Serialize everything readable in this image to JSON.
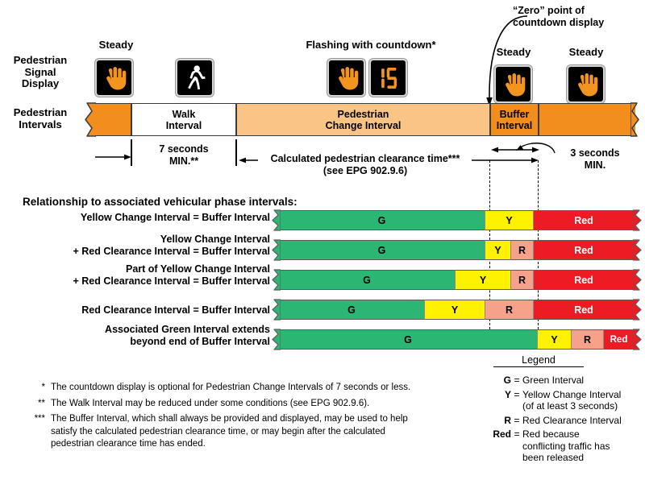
{
  "row_labels": {
    "signal_display": "Pedestrian\nSignal\nDisplay",
    "signal_display_l1": "Pedestrian",
    "signal_display_l2": "Signal",
    "signal_display_l3": "Display",
    "intervals_l1": "Pedestrian",
    "intervals_l2": "Intervals"
  },
  "captions": {
    "steady_1": "Steady",
    "steady_2": "Steady",
    "flashing": "Flashing with countdown*",
    "steady_3": "Steady",
    "steady_4": "Steady"
  },
  "callout": {
    "zero_l1": "“Zero” point of",
    "zero_l2": "countdown display"
  },
  "signal_heads": [
    {
      "name": "steady-hand-1",
      "icon": "hand-icon",
      "state": "steady"
    },
    {
      "name": "walk-person",
      "icon": "walking-person-icon",
      "state": "walk"
    },
    {
      "name": "flashing-hand",
      "icon": "hand-icon",
      "state": "flashing"
    },
    {
      "name": "countdown-display",
      "icon": "countdown-digits-icon",
      "value": "15"
    },
    {
      "name": "steady-hand-3",
      "icon": "hand-icon",
      "state": "steady"
    },
    {
      "name": "steady-hand-4",
      "icon": "hand-icon",
      "state": "steady"
    }
  ],
  "intervals": [
    {
      "name": "leading-interval",
      "label": "",
      "style": "dk"
    },
    {
      "name": "walk-interval",
      "label": "Walk\nInterval",
      "l1": "Walk",
      "l2": "Interval",
      "style": "wh"
    },
    {
      "name": "pedestrian-change-interval",
      "l1": "Pedestrian",
      "l2": "Change Interval",
      "style": "lt"
    },
    {
      "name": "buffer-interval",
      "l1": "Buffer",
      "l2": "Interval",
      "style": "dk"
    },
    {
      "name": "trailing-interval",
      "label": "",
      "style": "dk"
    }
  ],
  "dimensions": {
    "walk_l1": "7 seconds",
    "walk_l2": "MIN.**",
    "clearance_l1": "Calculated pedestrian clearance time***",
    "clearance_l2": "(see EPG 902.9.6)",
    "buffer_l1": "3 seconds",
    "buffer_l2": "MIN."
  },
  "relationship_heading": "Relationship to associated vehicular phase intervals:",
  "phase_rows": [
    {
      "name": "row-yellow-equals-buffer",
      "label_lines": [
        "Yellow Change Interval = Buffer Interval"
      ],
      "segments": [
        {
          "key": "G",
          "color_key": "g",
          "width_pct": 58.0
        },
        {
          "key": "Y",
          "color_key": "y",
          "width_pct": 13.5
        },
        {
          "key": "Red",
          "color_key": "red",
          "width_pct": 28.5
        }
      ]
    },
    {
      "name": "row-yellow-plus-red-clearance",
      "label_lines": [
        "Yellow Change Interval",
        "+ Red Clearance Interval = Buffer Interval"
      ],
      "segments": [
        {
          "key": "G",
          "color_key": "g",
          "width_pct": 58.0
        },
        {
          "key": "Y",
          "color_key": "y",
          "width_pct": 7.2
        },
        {
          "key": "R",
          "color_key": "r",
          "width_pct": 6.3
        },
        {
          "key": "Red",
          "color_key": "red",
          "width_pct": 28.5
        }
      ]
    },
    {
      "name": "row-part-yellow-plus-red-clearance",
      "label_lines": [
        "Part of Yellow Change Interval",
        "+ Red Clearance Interval = Buffer Interval"
      ],
      "segments": [
        {
          "key": "G",
          "color_key": "g",
          "width_pct": 49.5
        },
        {
          "key": "Y",
          "color_key": "y",
          "width_pct": 15.7
        },
        {
          "key": "R",
          "color_key": "r",
          "width_pct": 6.3
        },
        {
          "key": "Red",
          "color_key": "red",
          "width_pct": 28.5
        }
      ]
    },
    {
      "name": "row-red-clearance-equals-buffer",
      "label_lines": [
        "Red Clearance Interval = Buffer Interval"
      ],
      "segments": [
        {
          "key": "G",
          "color_key": "g",
          "width_pct": 41.0
        },
        {
          "key": "Y",
          "color_key": "y",
          "width_pct": 17.0
        },
        {
          "key": "R",
          "color_key": "r",
          "width_pct": 13.5
        },
        {
          "key": "Red",
          "color_key": "red",
          "width_pct": 28.5
        }
      ]
    },
    {
      "name": "row-green-extends-beyond-buffer",
      "label_lines": [
        "Associated Green Interval extends",
        "beyond end of Buffer Interval"
      ],
      "segments": [
        {
          "key": "G",
          "color_key": "g",
          "width_pct": 72.5
        },
        {
          "key": "Y",
          "color_key": "y",
          "width_pct": 9.5
        },
        {
          "key": "R",
          "color_key": "r",
          "width_pct": 9.0
        },
        {
          "key": "Red",
          "color_key": "red",
          "width_pct": 9.0
        }
      ]
    }
  ],
  "footnotes": [
    {
      "marker": "*",
      "lines": [
        "The countdown display is optional for Pedestrian Change Intervals of 7 seconds or less."
      ]
    },
    {
      "marker": "**",
      "lines": [
        "The Walk Interval may be reduced under some conditions (see EPG 902.9.6)."
      ]
    },
    {
      "marker": "***",
      "lines": [
        "The Buffer Interval, which shall always be provided and displayed, may be used to help",
        "satisfy the calculated pedestrian clearance time, or may begin after the calculated",
        "pedestrian clearance time has ended."
      ]
    }
  ],
  "legend": {
    "title": "Legend",
    "entries": [
      {
        "key": "G",
        "eq": "=",
        "value": "Green Interval"
      },
      {
        "key": "Y",
        "eq": "=",
        "value": "Yellow Change Interval\n(of at least 3 seconds)",
        "v1": "Yellow Change Interval",
        "v2": "(of at least 3 seconds)"
      },
      {
        "key": "R",
        "eq": "=",
        "value": "Red Clearance Interval"
      },
      {
        "key": "Red",
        "eq": "=",
        "value": "Red because conflicting traffic has been released",
        "v1": "Red because",
        "v2": "conflicting traffic has",
        "v3": "been released"
      }
    ]
  },
  "colors": {
    "interval_dark_orange": "#F28E1E",
    "interval_light_orange": "#FAC484",
    "interval_white": "#FFFFFF",
    "green": "#2CB673",
    "yellow": "#FFF200",
    "red_clearance": "#F6A28B",
    "red": "#ED1C24",
    "signal_hand": "#F2941E",
    "signal_walk": "#FFFFFF",
    "signal_bg": "#000000"
  }
}
